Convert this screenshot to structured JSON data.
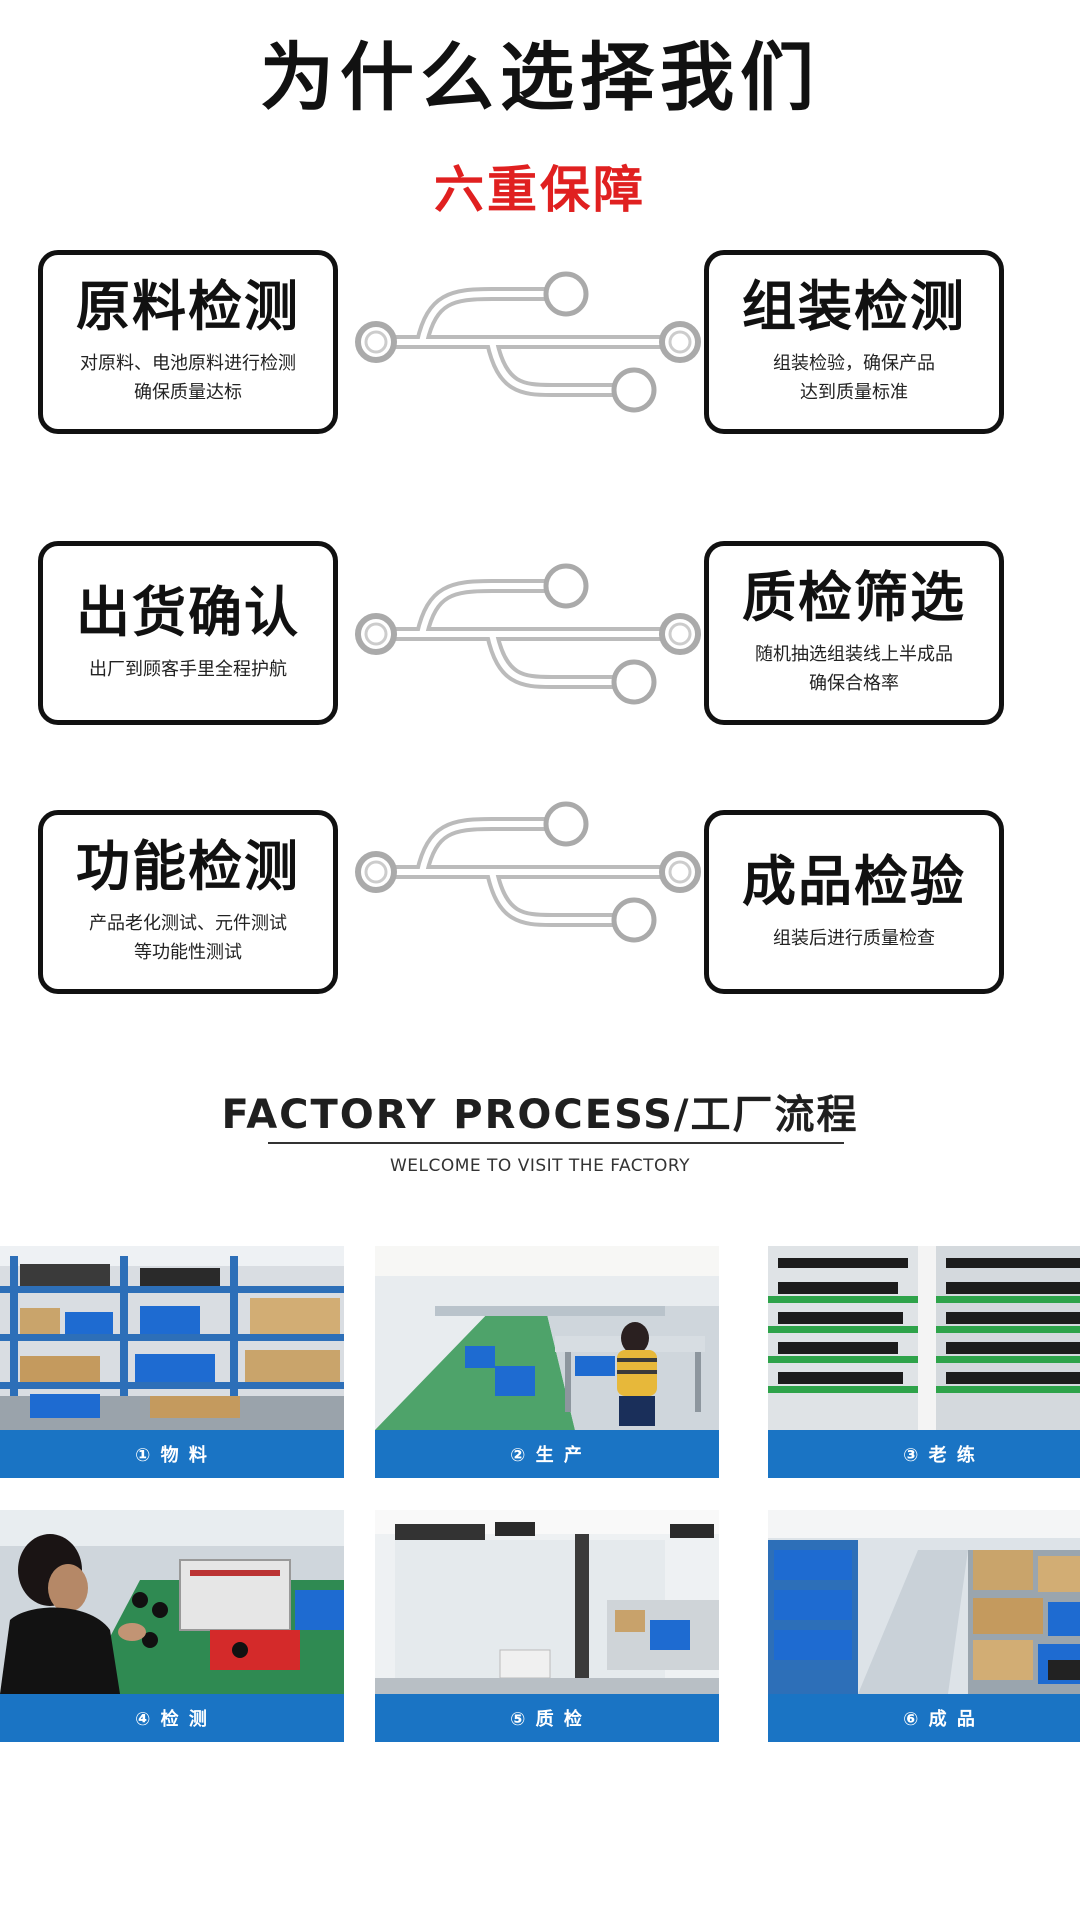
{
  "header": {
    "title": "为什么选择我们",
    "subtitle": "六重保障"
  },
  "guarantees": [
    {
      "title": "原料检测",
      "desc": "对原料、电池原料进行检测\n确保质量达标"
    },
    {
      "title": "组装检测",
      "desc": "组装检验，确保产品\n达到质量标准"
    },
    {
      "title": "出货确认",
      "desc": "出厂到顾客手里全程护航"
    },
    {
      "title": "质检筛选",
      "desc": "随机抽选组装线上半成品\n确保合格率"
    },
    {
      "title": "功能检测",
      "desc": "产品老化测试、元件测试\n等功能性测试"
    },
    {
      "title": "成品检验",
      "desc": "组装后进行质量检查"
    }
  ],
  "factory": {
    "heading": "FACTORY PROCESS/工厂流程",
    "subheading": "WELCOME TO VISIT THE FACTORY",
    "caption_color": "#1a74c4",
    "steps": [
      {
        "label": "① 物 料",
        "scene": "warehouse-shelves"
      },
      {
        "label": "② 生 产",
        "scene": "production-line"
      },
      {
        "label": "③ 老 练",
        "scene": "aging-racks"
      },
      {
        "label": "④ 检 测",
        "scene": "worker-testing"
      },
      {
        "label": "⑤ 质 检",
        "scene": "quality-inspection-room"
      },
      {
        "label": "⑥ 成 品",
        "scene": "finished-goods-warehouse"
      }
    ]
  },
  "colors": {
    "accent_red": "#e02020",
    "card_border": "#111111",
    "caption_blue": "#1a74c4"
  }
}
